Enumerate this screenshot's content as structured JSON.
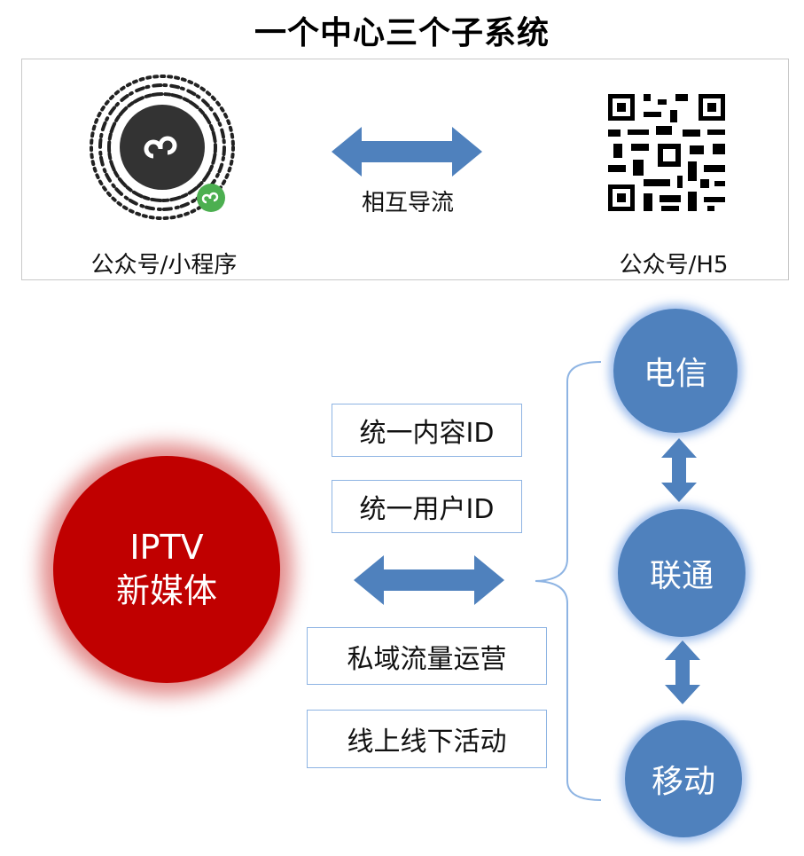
{
  "title": "一个中心三个子系统",
  "top": {
    "left_label": "公众号/小程序",
    "right_label": "公众号/H5",
    "arrow_label": "相互导流"
  },
  "center": {
    "line1": "IPTV",
    "line2": "新媒体"
  },
  "tags": [
    "统一内容ID",
    "统一用户ID",
    "私域流量运营",
    "线上线下活动"
  ],
  "carriers": [
    "电信",
    "联通",
    "移动"
  ],
  "colors": {
    "accent": "#4f81bd",
    "center": "#c00000",
    "tag_border": "#8eb4e3"
  }
}
